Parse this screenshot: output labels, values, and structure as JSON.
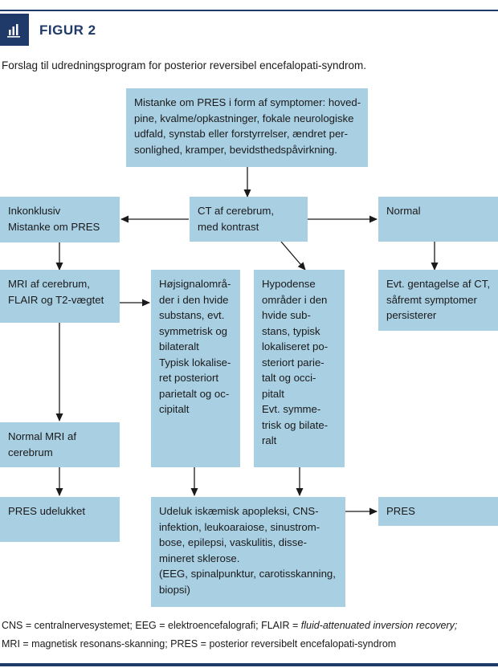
{
  "figure_label": "FIGUR 2",
  "subtitle": "Forslag til udredningsprogram for posterior reversibel encefalopati-syndrom.",
  "boxes": {
    "suspicion": [
      "Mistanke om PRES i form af symptomer: hoved-",
      "pine, kvalme/opkastninger, fokale neurologiske",
      "udfald, synstab eller forstyrrelser, ændret per-",
      "sonlighed, kramper, bevidsthedspåvirkning."
    ],
    "ct": [
      "CT af cerebrum,",
      " med kontrast"
    ],
    "inconclusive": [
      "Inkonklusiv",
      "Mistanke om PRES"
    ],
    "normal": [
      "Normal"
    ],
    "mri": [
      "MRI af cerebrum,",
      "FLAIR og T2-vægtet"
    ],
    "high_signal": [
      "Højsignalområ-",
      "der i den hvide",
      "substans, evt.",
      "symmetrisk og",
      "bilateralt",
      "Typisk lokalise-",
      "ret posteriort",
      "parietalt og oc-",
      "cipitalt"
    ],
    "hypodense": [
      "Hypodense",
      "områder i den",
      "hvide sub-",
      "stans, typisk",
      "lokaliseret po-",
      "steriort parie-",
      "talt og occi-",
      "pitalt",
      "Evt. symme-",
      "trisk og bilate-",
      "ralt"
    ],
    "repeat_ct": [
      "Evt. gentagelse af CT,",
      "såfremt symptomer",
      "persisterer"
    ],
    "normal_mri": [
      "Normal MRI af",
      "cerebrum"
    ],
    "pres_excluded": [
      "PRES udelukket"
    ],
    "exclude": [
      "Udeluk iskæmisk apopleksi, CNS-",
      "infektion, leukoaraiose, sinustrom-",
      "bose, epilepsi, vaskulitis, disse-",
      "mineret sklerose.",
      "(EEG, spinalpunktur, carotisskanning,",
      "biopsi)"
    ],
    "pres": [
      "PRES"
    ]
  },
  "footnote": {
    "line1_prefix": "CNS = centralnervesystemet; EEG = elektroencefalografi; FLAIR = ",
    "line1_italic": "fluid-attenuated inversion recovery;",
    "line2": "MRI = magnetisk resonans-skanning; PRES = posterior reversibelt encefalopati-syndrom"
  },
  "colors": {
    "box_fill": "#a9cfe3",
    "accent": "#1f3a68"
  },
  "icon": "bar-chart-icon"
}
